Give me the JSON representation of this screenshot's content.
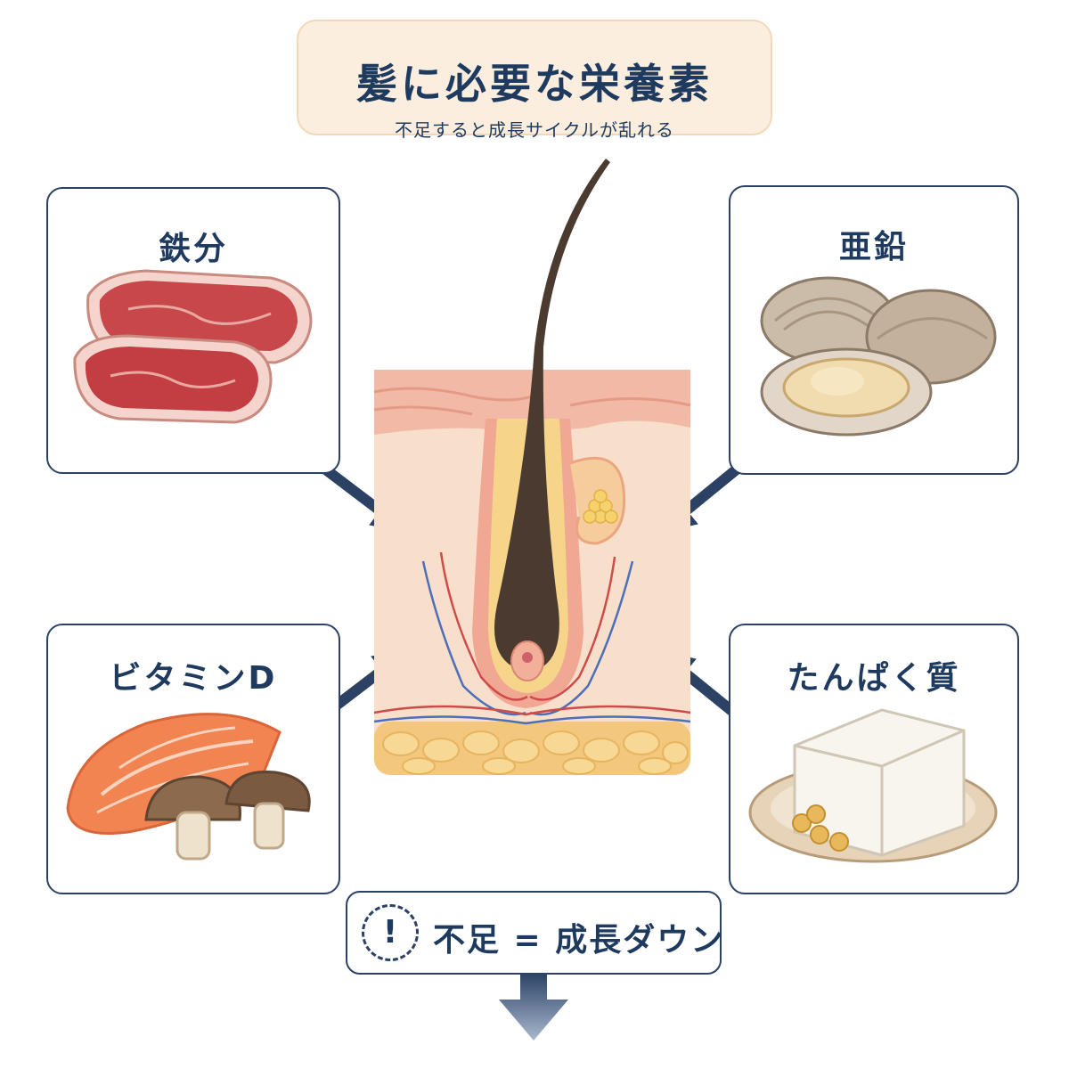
{
  "header": {
    "title": "髪に必要な栄養素",
    "subtitle": "不足すると成長サイクルが乱れる"
  },
  "nutrients": {
    "iron": {
      "label": "鉄分",
      "food_icon": "steak-icon"
    },
    "zinc": {
      "label": "亜鉛",
      "food_icon": "clam-icon"
    },
    "vitamin_d": {
      "label": "ビタミンD",
      "food_icon": "salmon-mushroom-icon"
    },
    "protein": {
      "label": "たんぱく質",
      "food_icon": "tofu-icon"
    }
  },
  "center": {
    "illustration": "hair-follicle-icon"
  },
  "warning": {
    "icon": "!",
    "text": "不足 = 成長ダウン"
  },
  "colors": {
    "navy": "#1f3a5f",
    "title_bg": "#fbeede",
    "arrow": "#2b4265",
    "skin": "#f7d3bf",
    "hair": "#4a3a30"
  }
}
